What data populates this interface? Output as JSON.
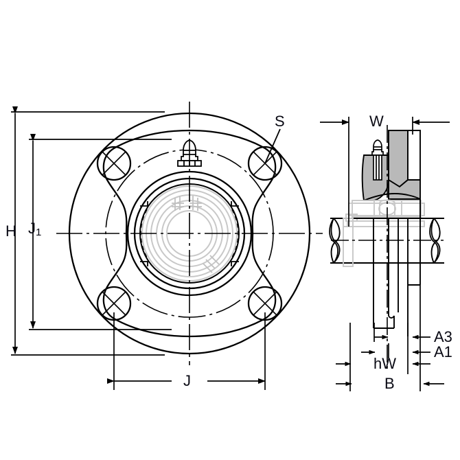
{
  "drawing": {
    "title": "Four-bolt round flange cartridge bearing unit",
    "views": {
      "front": "front-elevation-flange-view",
      "side": "side-section-view"
    },
    "line_color": "#000000",
    "section_fill": "#b9b9b9",
    "ghost_color": "#c8c8c8",
    "background": "#ffffff"
  },
  "dimensions": {
    "h": "H",
    "j1_base": "J",
    "j1_sub": "1",
    "j": "J",
    "s": "S",
    "w": "W",
    "a3": "A3",
    "a1": "A1",
    "hw": "hW",
    "b": "B"
  },
  "components": {
    "grease_fitting": "grease-nipple",
    "bolt_holes": 4,
    "shaft": "through-shaft",
    "break_symbol": "shaft-break"
  }
}
